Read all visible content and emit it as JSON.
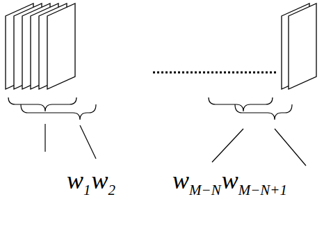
{
  "diagram": {
    "labels": [
      "w",
      "1",
      "w",
      "2",
      "w",
      "M−N",
      "w",
      "M−N+1"
    ]
  }
}
